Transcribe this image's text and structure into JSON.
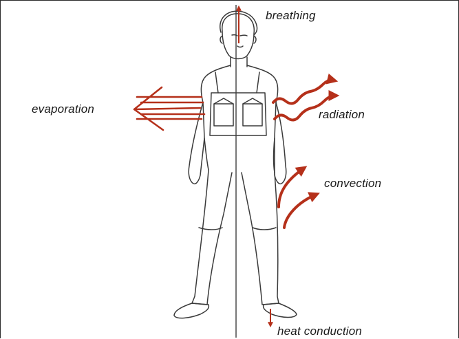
{
  "labels": {
    "breathing": "breathing",
    "evaporation": "evaporation",
    "radiation": "radiation",
    "convection": "convection",
    "conduction": "heat conduction"
  },
  "colors": {
    "arrow": "#b5301a",
    "outline": "#3a3a3a",
    "axis": "#555555",
    "text": "#1a1a1a"
  }
}
